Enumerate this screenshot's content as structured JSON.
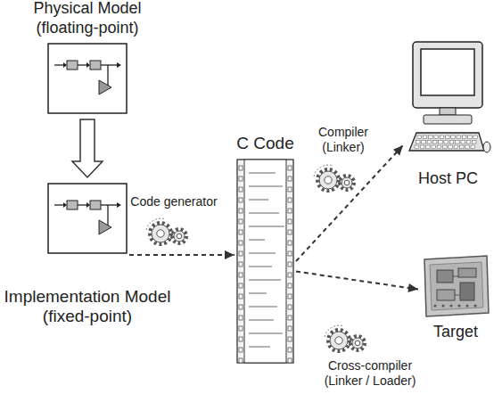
{
  "diagram": {
    "nodes": [
      {
        "text": [
          "Physical Model (floating-point)"
        ]
      },
      {
        "text": [
          "Implementation Model (fixed-point)"
        ]
      },
      {
        "text": [
          "C Code"
        ]
      },
      {
        "text": [
          "Host PC"
        ]
      },
      {
        "text": [
          "Target"
        ]
      }
    ],
    "edges": [
      {
        "from": 0,
        "to": 1,
        "arrow": "to"
      },
      {
        "from": 1,
        "to": 2,
        "arrow": "to",
        "label": "Code generator"
      },
      {
        "from": 2,
        "to": 3,
        "arrow": "to",
        "label": "Compiler (Linker)"
      },
      {
        "from": 2,
        "to": 4,
        "arrow": "to",
        "label": "Cross-compiler (Linker / Loader)"
      }
    ]
  }
}
